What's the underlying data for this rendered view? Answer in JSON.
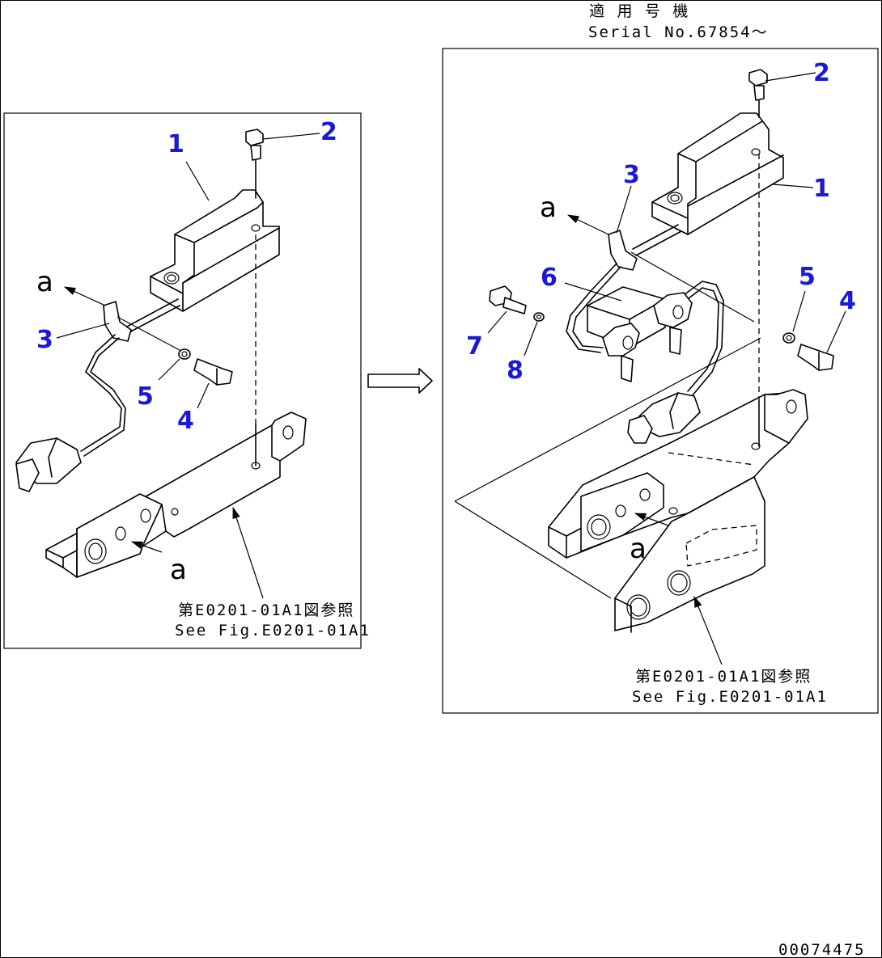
{
  "serial_header": {
    "jp": "適 用 号 機",
    "en": "Serial No.67854～"
  },
  "left_panel": {
    "callouts": [
      "1",
      "2",
      "3",
      "4",
      "5"
    ],
    "view_labels": [
      "a",
      "a"
    ],
    "reference": {
      "jp": "第E0201-01A1図参照",
      "en": "See Fig.E0201-01A1"
    }
  },
  "right_panel": {
    "callouts": [
      "1",
      "2",
      "3",
      "4",
      "5",
      "6",
      "7",
      "8"
    ],
    "view_labels": [
      "a",
      "a"
    ],
    "reference": {
      "jp": "第E0201-01A1図参照",
      "en": "See Fig.E0201-01A1"
    }
  },
  "drawing_number": "00074475",
  "colors": {
    "callout": "#1a1ad6",
    "line": "#000000"
  },
  "icons": {
    "transition": "right-arrow-icon"
  }
}
